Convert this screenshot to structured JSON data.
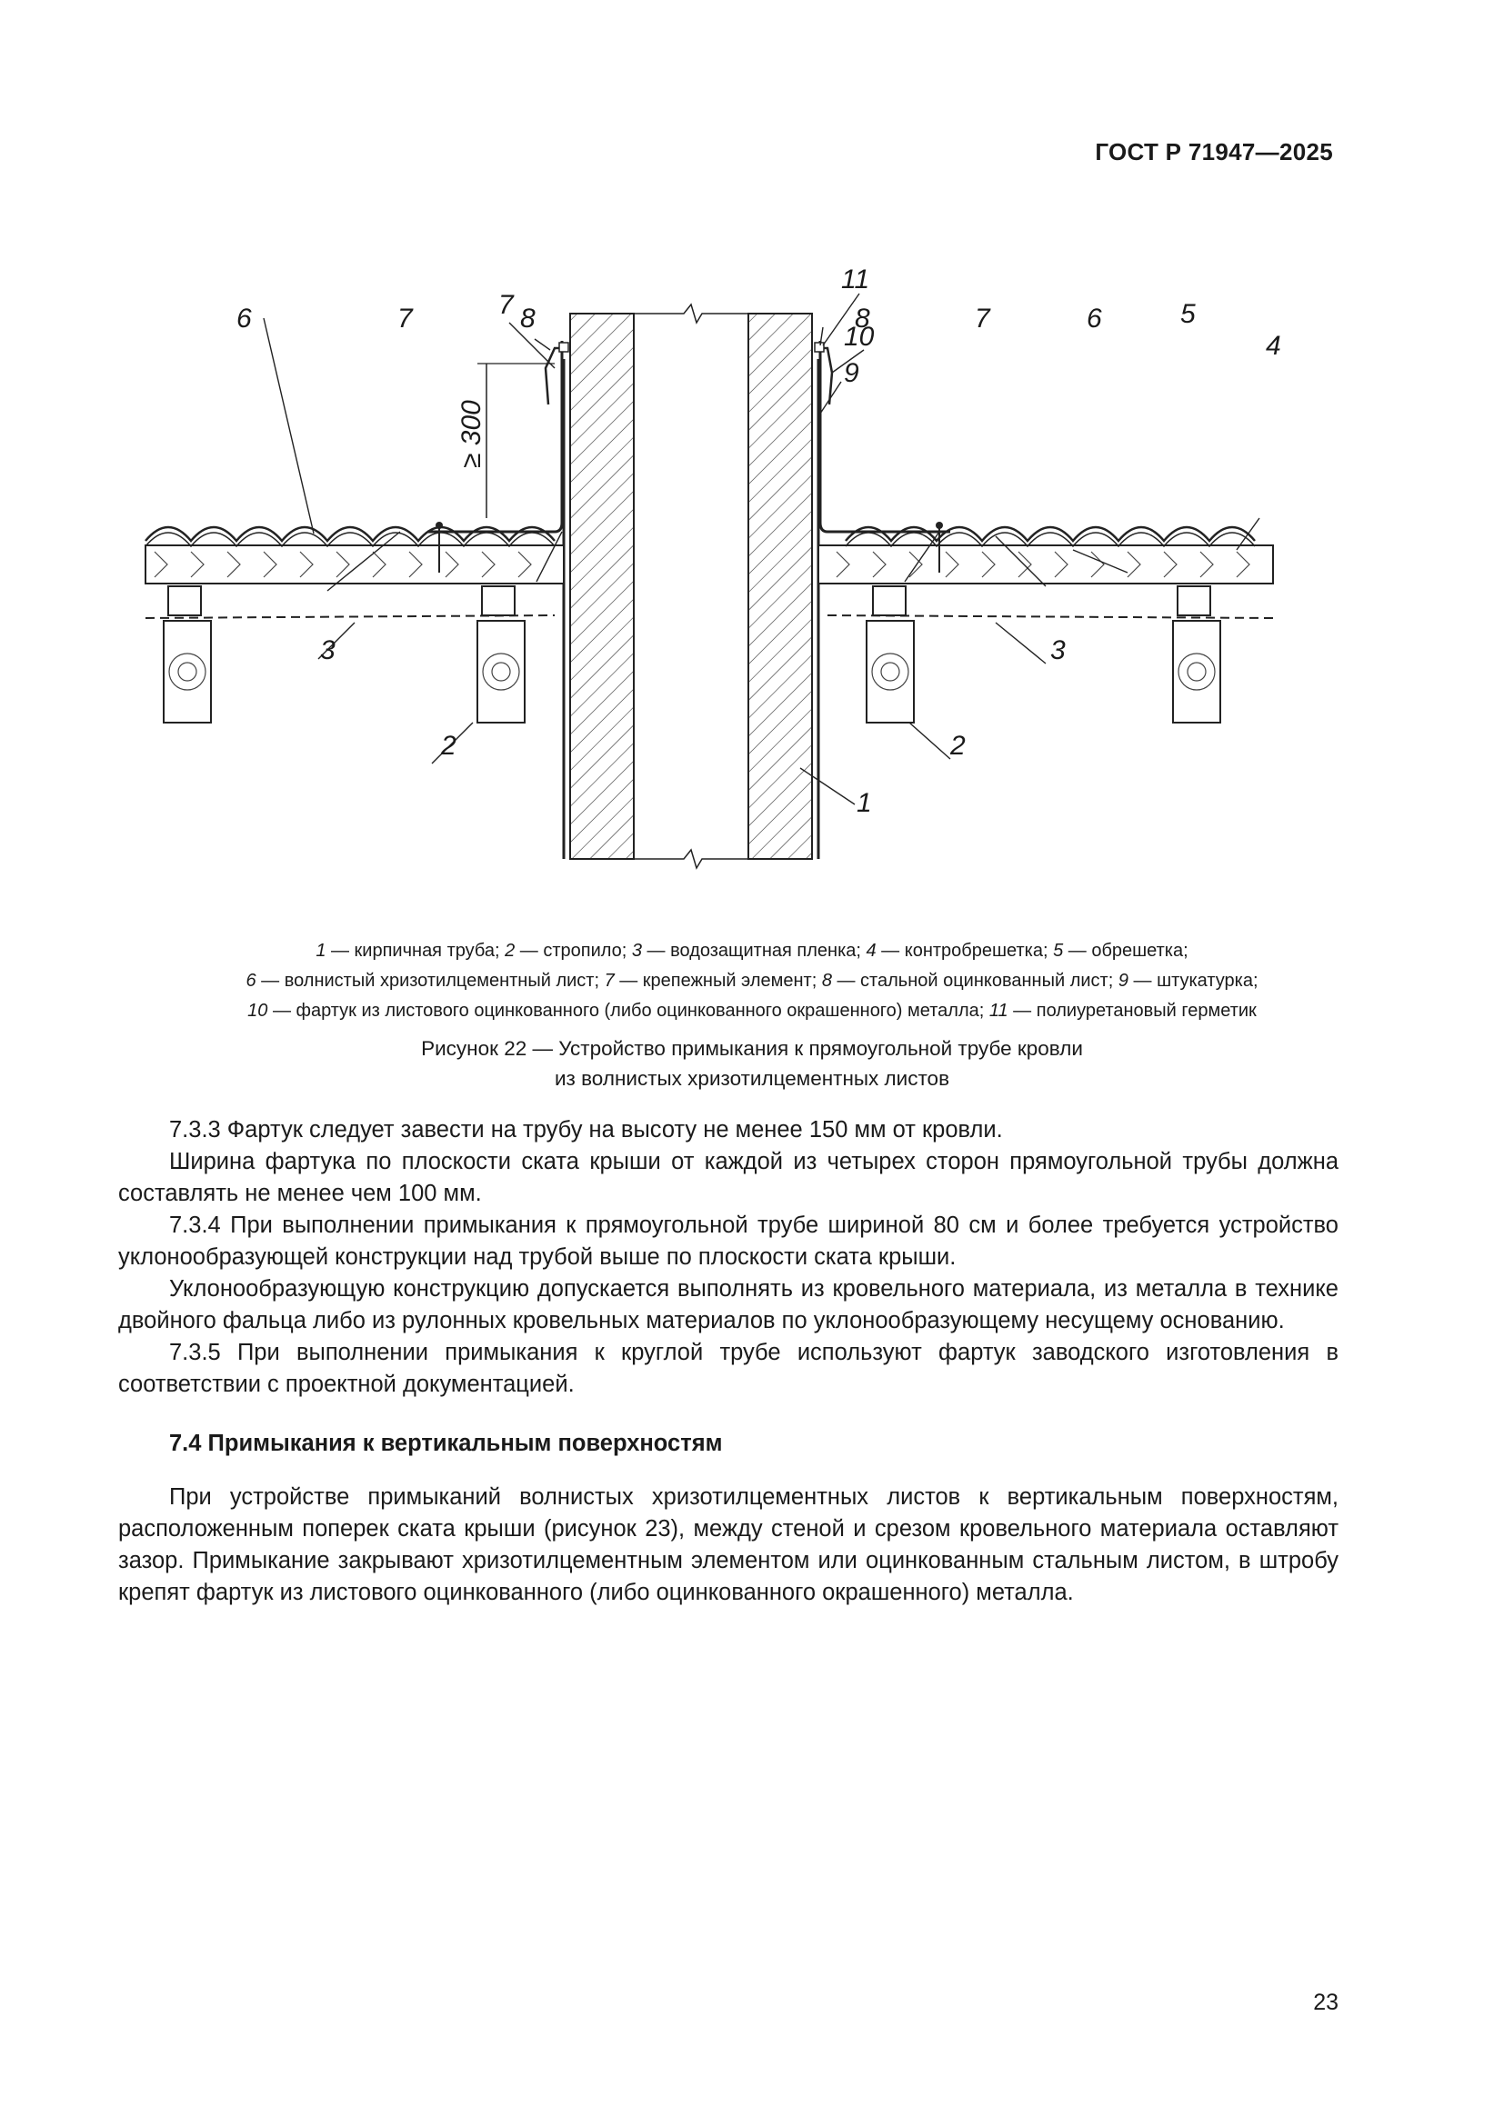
{
  "header": {
    "doc_id": "ГОСТ Р 71947—2025"
  },
  "figure": {
    "labels": {
      "l1": "1",
      "l2": "2",
      "l3": "3",
      "l4": "4",
      "l5": "5",
      "l6": "6",
      "l7": "7",
      "l8": "8",
      "l9": "9",
      "l10": "10",
      "l11": "11",
      "dim": "≥ 300"
    }
  },
  "legend": [
    [
      {
        "n": "1",
        "t": " — кирпичная труба; "
      },
      {
        "n": "2",
        "t": " — стропило; "
      },
      {
        "n": "3",
        "t": " — водозащитная пленка; "
      },
      {
        "n": "4",
        "t": " — контробрешетка; "
      },
      {
        "n": "5",
        "t": " — обрешетка;"
      }
    ],
    [
      {
        "n": "6",
        "t": " — волнистый хризотилцементный лист; "
      },
      {
        "n": "7",
        "t": " — крепежный элемент; "
      },
      {
        "n": "8",
        "t": " — стальной оцинкованный лист; "
      },
      {
        "n": "9",
        "t": " — штукатурка;"
      }
    ],
    [
      {
        "n": "10",
        "t": " — фартук из листового оцинкованного (либо оцинкованного окрашенного) металла; "
      },
      {
        "n": "11",
        "t": " — полиуретановый герметик"
      }
    ]
  ],
  "caption": {
    "line1": "Рисунок 22 — Устройство примыкания к прямоугольной трубе кровли",
    "line2": "из волнистых хризотилцементных листов"
  },
  "body": {
    "p1": "7.3.3 Фартук следует завести на трубу на высоту не менее 150 мм от кровли.",
    "p2": "Ширина фартука по плоскости ската крыши от каждой из четырех сторон прямоугольной трубы должна составлять не менее чем 100 мм.",
    "p3": "7.3.4 При выполнении примыкания к прямоугольной трубе шириной 80 см и более требуется устройство уклонообразующей конструкции над трубой выше по плоскости ската крыши.",
    "p4": "Уклонообразующую конструкцию допускается выполнять из кровельного материала, из металла в технике двойного фальца либо из рулонных кровельных материалов по уклонообразующему несущему основанию.",
    "p5": "7.3.5 При выполнении примыкания к круглой трубе используют фартук заводского изготовления в соответствии с проектной документацией.",
    "h74": "7.4 Примыкания к вертикальным поверхностям",
    "p6": "При устройстве примыканий волнистых хризотилцементных листов к вертикальным поверхностям, расположенным поперек ската крыши (рисунок 23), между стеной и срезом кровельного материала оставляют зазор. Примыкание закрывают хризотилцементным элементом или оцинкованным стальным листом, в штробу крепят фартук из листового оцинкованного (либо оцинкованного окрашенного) металла."
  },
  "page_number": "23"
}
